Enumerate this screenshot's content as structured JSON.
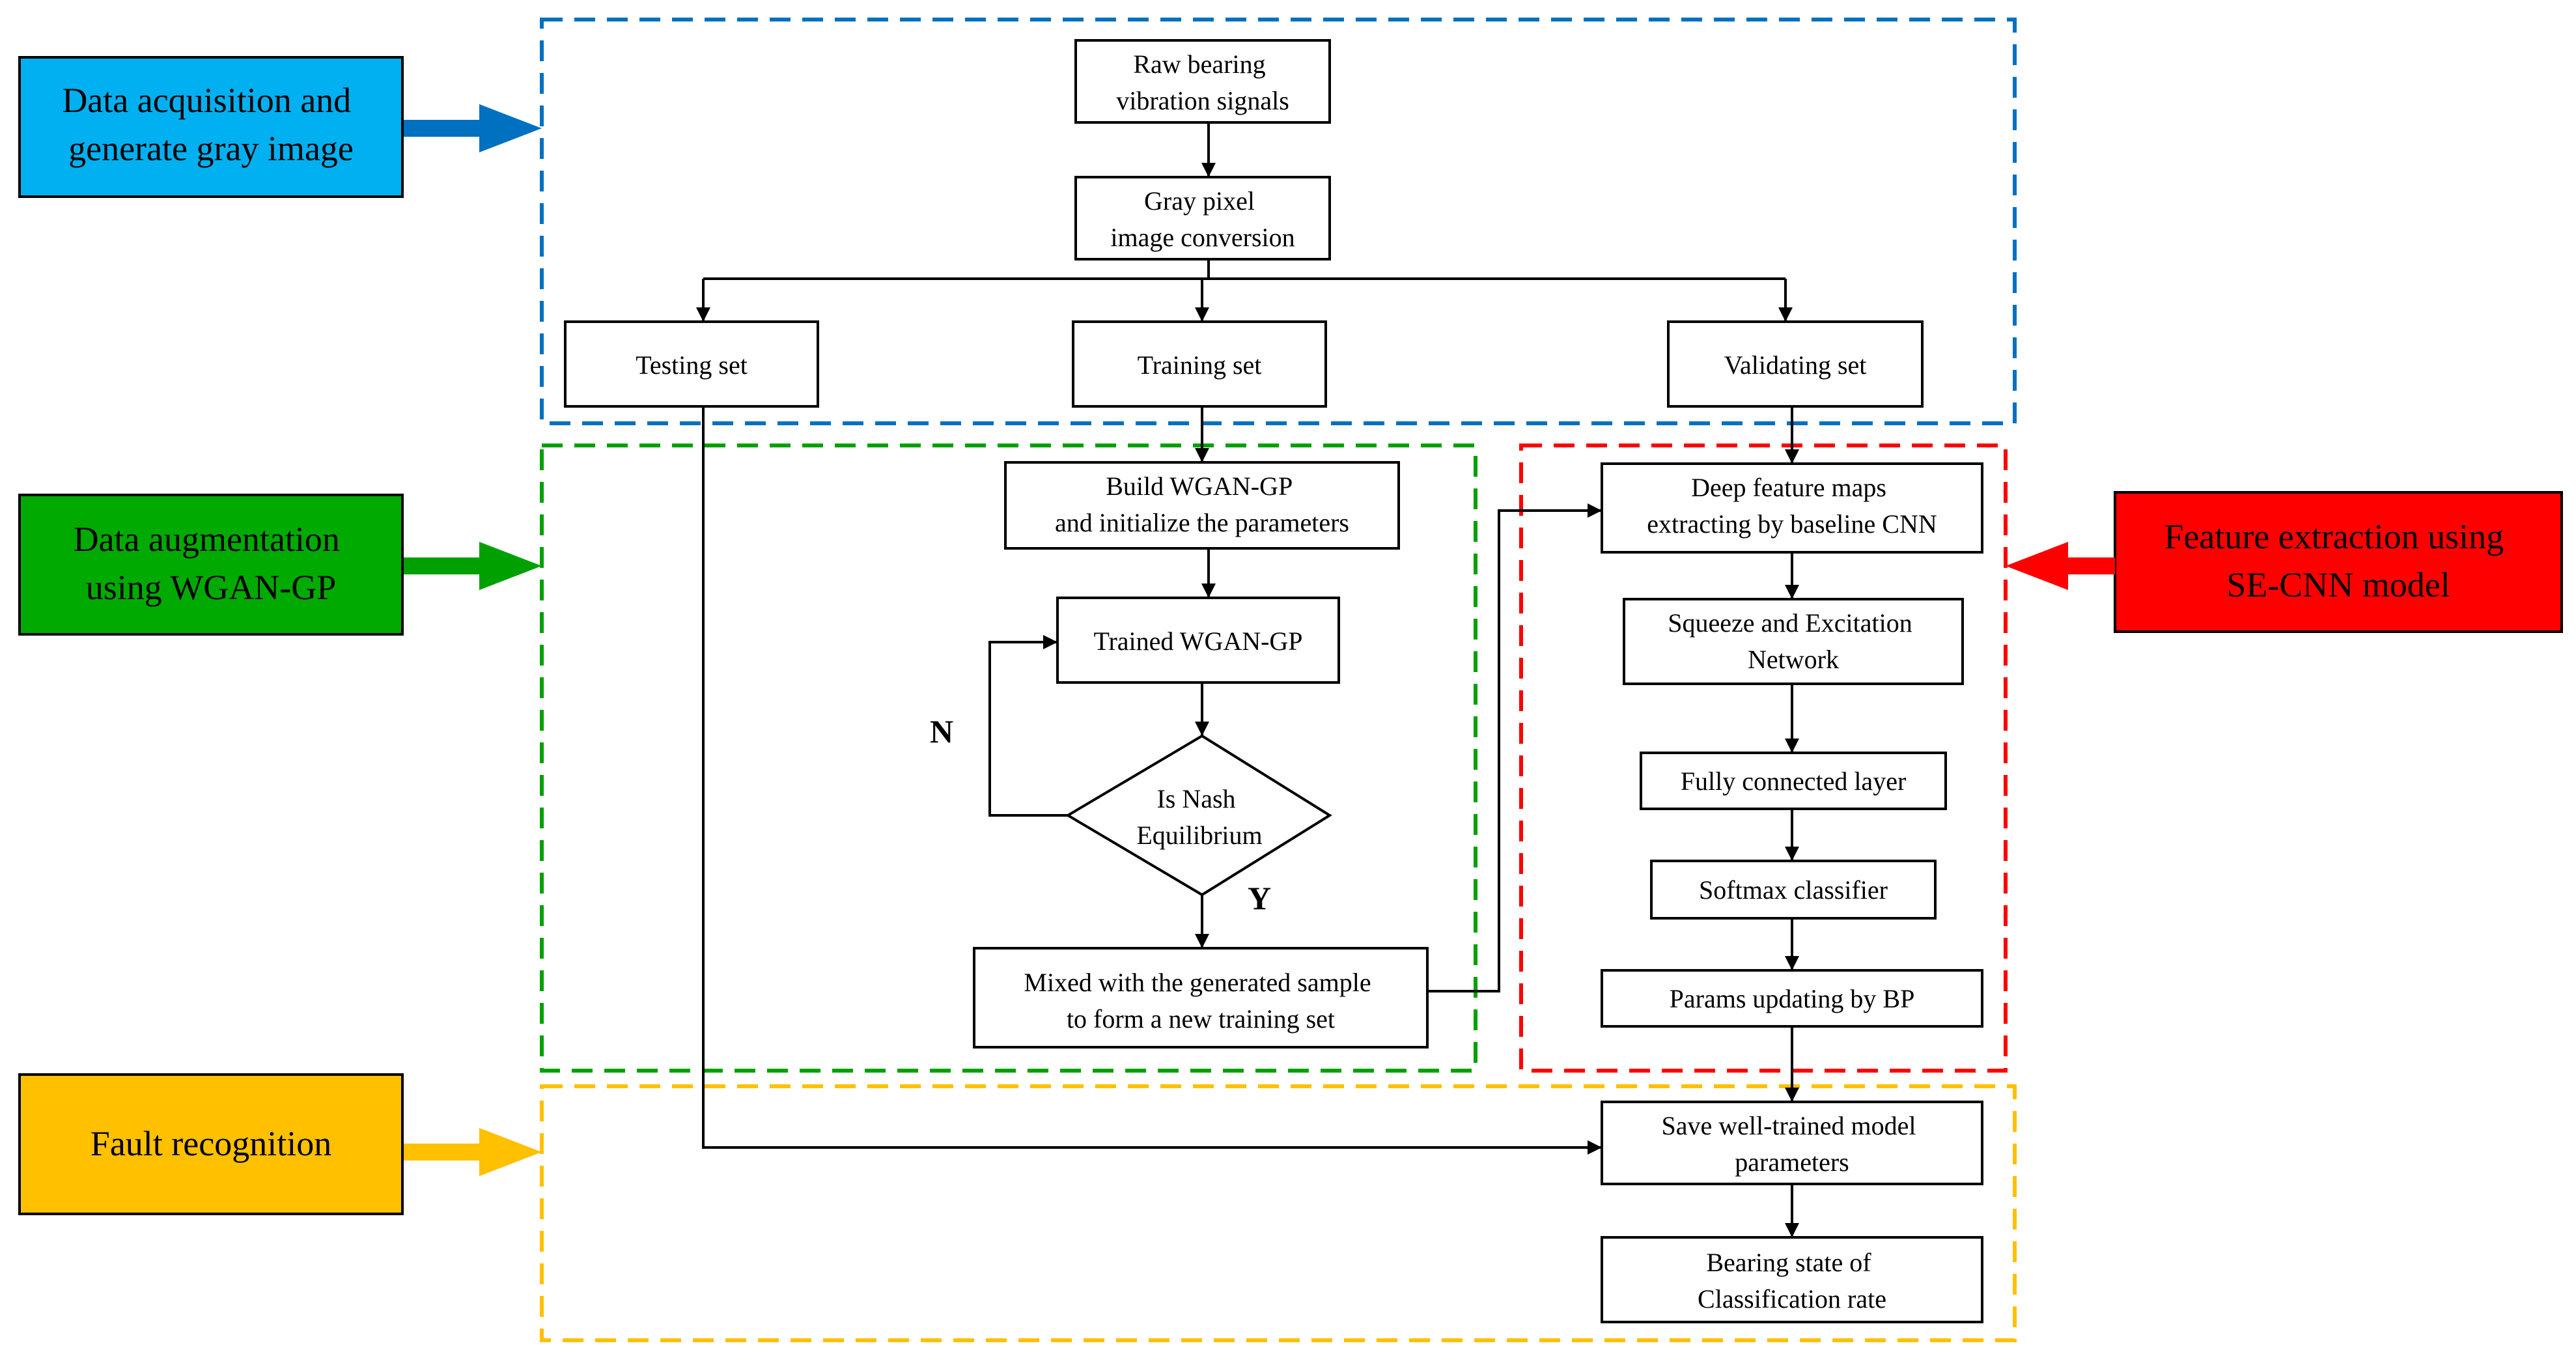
{
  "colors": {
    "blue": "#0070C0",
    "green": "#00A000",
    "red": "#FF0000",
    "yellow": "#FFC000",
    "cyan_fill": "#00B0F0",
    "green_fill": "#00AA00",
    "red_fill": "#FF0000",
    "yellow_fill": "#FFC000"
  },
  "stage_labels": {
    "acquisition": [
      "Data acquisition and",
      "generate gray image"
    ],
    "augmentation": [
      "Data augmentation",
      "using WGAN-GP"
    ],
    "fault": [
      "Fault recognition"
    ],
    "feature": [
      "Feature extraction using",
      "SE-CNN model"
    ]
  },
  "nodes": {
    "raw": [
      "Raw bearing",
      "vibration signals"
    ],
    "gray": [
      "Gray pixel",
      "image conversion"
    ],
    "testing": [
      "Testing set"
    ],
    "training": [
      "Training set"
    ],
    "validating": [
      "Validating set"
    ],
    "build": [
      "Build WGAN-GP",
      "and initialize the parameters"
    ],
    "trained": [
      "Trained WGAN-GP"
    ],
    "nash": [
      "Is Nash",
      "Equilibrium"
    ],
    "mixed": [
      "Mixed with the generated sample",
      "to form a new training set"
    ],
    "deep": [
      "Deep feature maps",
      "extracting by baseline CNN"
    ],
    "squeeze": [
      "Squeeze and Excitation",
      "Network"
    ],
    "fc": [
      "Fully connected layer"
    ],
    "softmax": [
      "Softmax classifier"
    ],
    "params": [
      "Params updating by BP"
    ],
    "save": [
      "Save well-trained model",
      "parameters"
    ],
    "bearing": [
      "Bearing state of",
      "Classification rate"
    ]
  },
  "decision": {
    "no": "N",
    "yes": "Y"
  }
}
